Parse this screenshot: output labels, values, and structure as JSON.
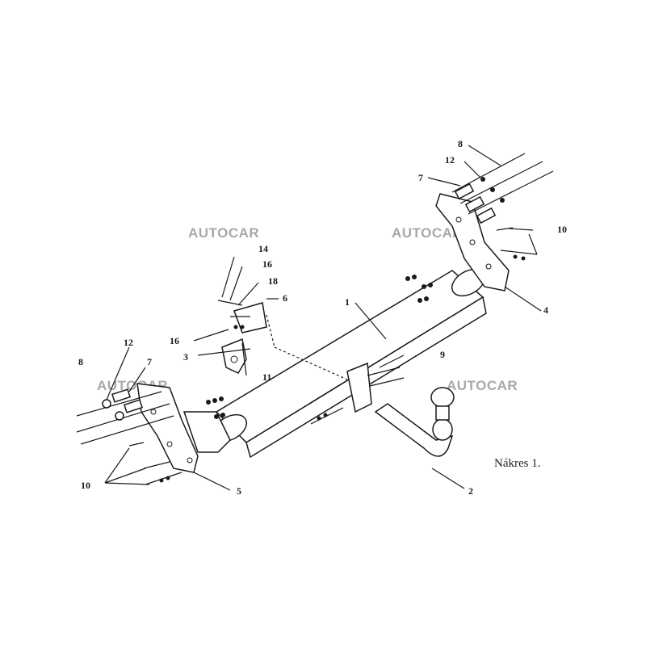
{
  "caption": "Nákres 1.",
  "watermark": "AUTOCAR",
  "callouts": {
    "c1": "1",
    "c2": "2",
    "c3": "3",
    "c4": "4",
    "c5": "5",
    "c6": "6",
    "c7_right": "7",
    "c7_left": "7",
    "c8_right": "8",
    "c8_left": "8",
    "c9": "9",
    "c10_right": "10",
    "c10_left": "10",
    "c11": "11",
    "c12_right": "12",
    "c12_left": "12",
    "c14": "14",
    "c16_top": "16",
    "c16_left": "16",
    "c18": "18"
  },
  "colors": {
    "ink": "#1a1a1a",
    "watermark": "#a8a8a8",
    "background": "#ffffff"
  }
}
